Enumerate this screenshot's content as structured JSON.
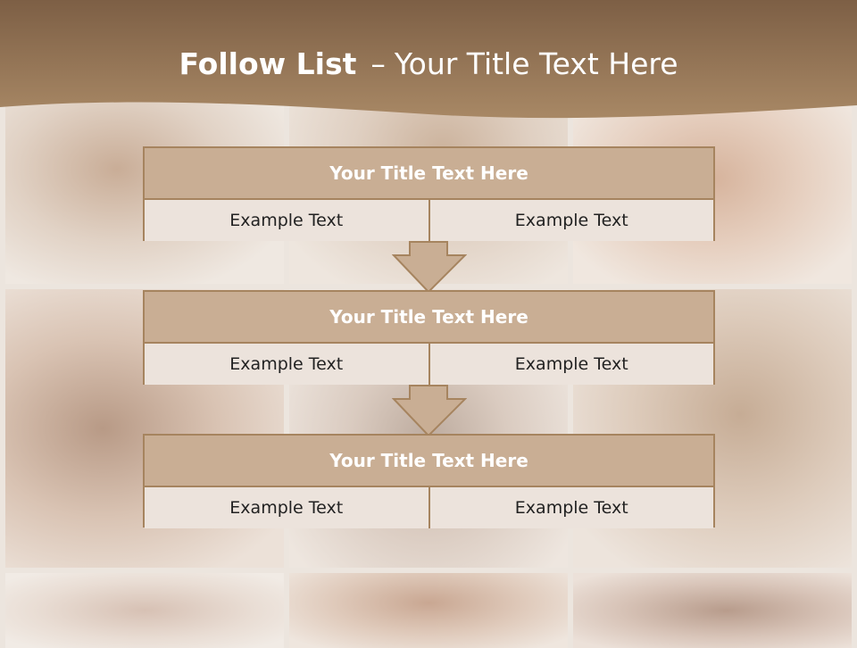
{
  "slide": {
    "title_bold": "Follow List",
    "title_dash": "–",
    "title_rest": "Your Title Text Here"
  },
  "flow": [
    {
      "title": "Your Title Text Here",
      "left": "Example Text",
      "right": "Example Text"
    },
    {
      "title": "Your Title Text Here",
      "left": "Example Text",
      "right": "Example Text"
    },
    {
      "title": "Your Title Text Here",
      "left": "Example Text",
      "right": "Example Text"
    }
  ],
  "colors": {
    "header_brown": "#8a6b4f",
    "box_title": "#c9ae94",
    "box_border": "#a6845f",
    "box_cell": "#ece3dc"
  }
}
